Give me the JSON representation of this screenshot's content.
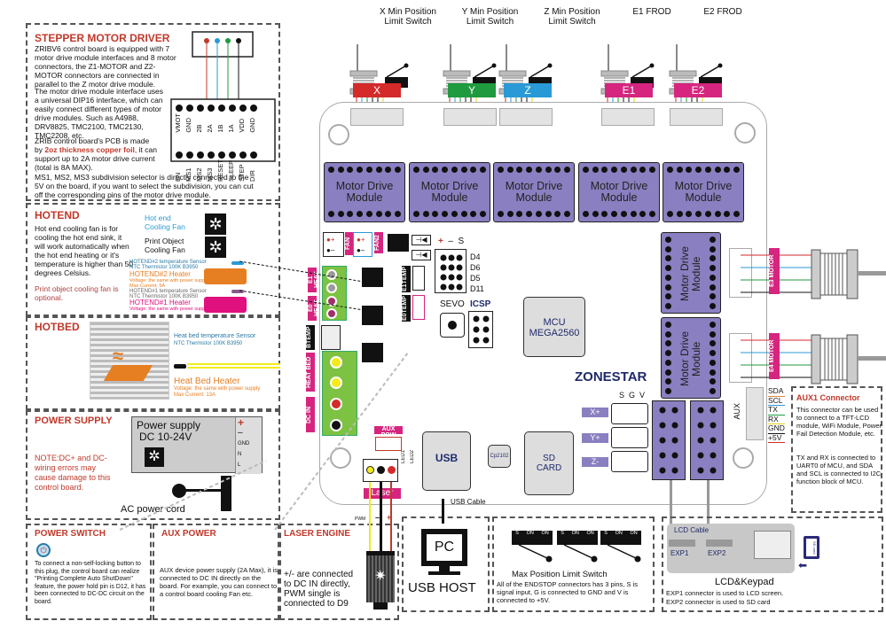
{
  "colors": {
    "panel_title": "#c0392b",
    "module_purple": "#8a7fc0",
    "tag_magenta": "#d6257f",
    "axis_x": "#d42a2a",
    "axis_y": "#1f9a3e",
    "axis_z": "#2a9ad6",
    "axis_e": "#d6257f",
    "brand_navy": "#1f2a6b",
    "terminal_green": "#7dc242",
    "heater_orange": "#e67e22",
    "heater_pink": "#e0107e"
  },
  "top_labels": [
    {
      "line1": "X Min Position",
      "line2": "Limit Switch"
    },
    {
      "line1": "Y Min Position",
      "line2": "Limit Switch"
    },
    {
      "line1": "Z Min Position",
      "line2": "Limit Switch"
    },
    {
      "line1": "E1 FROD",
      "line2": ""
    },
    {
      "line1": "E2 FROD",
      "line2": ""
    }
  ],
  "axis_bars": [
    "X",
    "Y",
    "Z",
    "E1",
    "E2"
  ],
  "stepper_panel": {
    "title": "STEPPER MOTOR DRIVER",
    "p1": "ZRIBV6 control board is equipped with 7 motor drive module interfaces and 8 motor connectors, the Z1-MOTOR and Z2-MOTOR connectors are connected in parallel to the Z motor drive module.",
    "p2": "The motor drive module interface uses a universal DIP16 interface, which can easily connect different types of motor drive modules. Such as A4988, DRV8825, TMC2100, TMC2130, TMC2208, etc.",
    "p3a": "ZRIB control board's PCB is made by",
    "p3_highlight": "2oz thickness copper foil",
    "p3b": ", it can support up to 2A motor drive current (total is 8A MAX).",
    "p4": "MS1, MS2, MS3 subdivision selector is directly connected to the 5V on the board, if you want to select the subdivision, you can cut off the corresponding pins of the motor drive module.",
    "top_pins": [
      "VMOT",
      "GND",
      "2B",
      "2A",
      "1B",
      "1A",
      "VDD",
      "GND"
    ],
    "bottom_pins": [
      "EN",
      "MS1",
      "MS2",
      "MS3",
      "RESET",
      "SLEEP",
      "STEP",
      "DIR"
    ]
  },
  "hotend_panel": {
    "title": "HOTEND",
    "text1": "Hot end cooling fan is for cooling the hot end sink, it will work automatically when the hot end heating or it's temperature is higher than 50 degrees Celsius.",
    "text2": "Print object cooling fan is optional.",
    "fan1": "Hot end Cooling Fan",
    "fan2": "Print Object Cooling Fan",
    "sensor2": "HOTEND#2 temperature Sensor",
    "sensor2_sub": "NTC Thermistor 100K B3950",
    "heater2": "HOTEND#2 Heater",
    "heater2_sub1": "Voltage: the same with power supply",
    "heater2_sub2": "Max Current: 5A",
    "sensor1": "HOTEND#1 temperature Sensor",
    "sensor1_sub": "NTC Thermistor 100K B3950",
    "heater1": "HOTEND#1 Heater",
    "heater1_sub1": "Voltage: the same with power supply",
    "heater1_sub2": "Max Current: 5A"
  },
  "hotbed_panel": {
    "title": "HOTBED",
    "sensor": "Heat bed temperature Sensor",
    "sensor_sub": "NTC Thermistor 100K B3950",
    "heater": "Heat Bed  Heater",
    "heater_sub1": "Voltage: the same with power supply",
    "heater_sub2": "Max Current: 13A"
  },
  "power_panel": {
    "title": "POWER SUPPLY",
    "psu_line1": "Power supply",
    "psu_line2": "DC 10-24V",
    "note": "NOTE:DC+ and DC- wiring errors may cause damage to this control board.",
    "ac_cord": "AC power cord",
    "terms": [
      "+",
      "–",
      "GND",
      "N",
      "L"
    ]
  },
  "power_switch_panel": {
    "title": "POWER SWITCH",
    "text": "To connect a non-self-locking button to this plug, the control board can realize \"Printing Complete Auto ShutDown\" feature, the power hold pin is D12, it has been connected to DC-DC circuit on the board."
  },
  "aux_power_panel": {
    "title": "AUX POWER",
    "text": "AUX device power supply (2A Max), it is connected to DC IN directly on the board. For example, you can connect to a control board cooling Fan etc."
  },
  "laser_panel": {
    "title": "LASER ENGINE",
    "text": "+/- are connected to DC IN directly, PWM single is connected to D9",
    "wire_pwm": "PWM",
    "wire_minus": "–",
    "wire_plus": "+"
  },
  "usb_host_panel": {
    "pc_label": "PC",
    "title": "USB HOST"
  },
  "max_limit_panel": {
    "switch_pins": [
      "S",
      "ON",
      "ON"
    ],
    "title": "Max Position Limit Switch",
    "text": "All of the ENDSTOP connectors has 3 pins, S is signal input, G is connected to GND and V is connected to +5V."
  },
  "lcd_panel": {
    "cable": "LCD Cable",
    "exp1": "EXP1",
    "exp2": "EXP2",
    "title": "LCD&Keypad",
    "line1": "EXP1 connector is used to LCD screen.",
    "line2": "EXP2 connector is used to SD card",
    "sd_icon_label": "SD card"
  },
  "aux1_panel": {
    "title": "AUX1 Connector",
    "text1": "This connector can be used to connect to a TFT-LCD module, WiFi Module, Power Fail Detection Module, etc.",
    "text2": "TX and RX is connected to UART0 of MCU, and SDA and SCL is connected to I2C function block of MCU.",
    "pins": [
      "SDA",
      "SCL",
      "TX",
      "RX",
      "GND",
      "+5V"
    ],
    "aux_label": "AUX"
  },
  "board": {
    "module_label_1": "Motor Drive",
    "module_label_2": "Module",
    "mcu_line1": "MCU",
    "mcu_line2": "MEGA2560",
    "brand": "ZONESTAR",
    "usb": "USB",
    "usb_cable": "USB Cable",
    "cp2102": "Cp2102",
    "sd_line1": "SD",
    "sd_line2": "CARD",
    "sevo": "SEVO",
    "icsp": "ICSP",
    "servo_header": [
      "+",
      "–",
      "S"
    ],
    "servo_pins": [
      "D4",
      "D6",
      "D5",
      "D11"
    ],
    "fan_tag": "FAN",
    "fan2_tag": "FAN2",
    "e1heat": "E1 HEAT",
    "e0heat": "E0 HEAT",
    "e1temp": "E1TEMP",
    "e0temp": "E0TEMP",
    "btemp": "BTEMP",
    "heat_bed": "HEAT BED",
    "dc_in": "DC IN",
    "aux_pow": "AUX POW",
    "laser": "Laser",
    "led1": "LED1",
    "led2": "LED2",
    "pwm": "PWM",
    "e3_motor": "E3 MOTOR",
    "e4_motor": "E4 MOTOR",
    "sgv": [
      "S",
      "G",
      "V"
    ],
    "endstops": [
      "X+",
      "Y+",
      "Z-"
    ]
  }
}
